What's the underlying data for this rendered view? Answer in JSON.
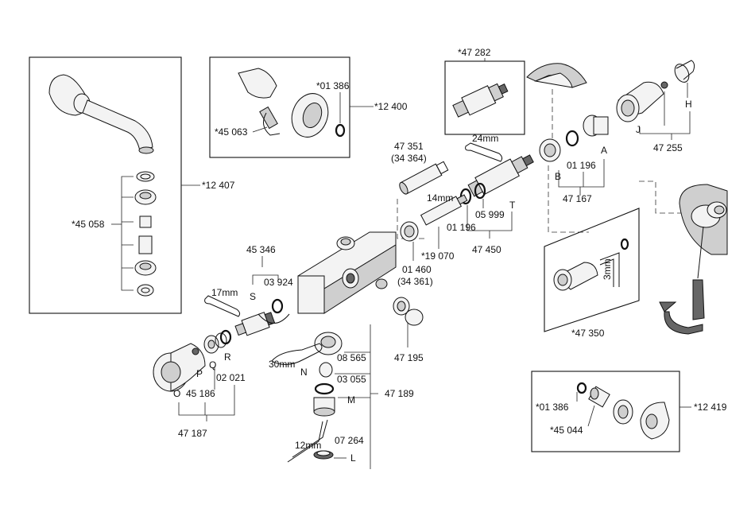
{
  "labels": {
    "p12407": "*12 407",
    "p45058": "*45 058",
    "p12400": "*12 400",
    "p01386a": "*01 386",
    "p45063": "*45 063",
    "p47282": "*47 282",
    "p47351": "47 351",
    "p34364": "(34 364)",
    "mm24": "24mm",
    "mm14": "14mm",
    "p01196a": "01 196",
    "p05999": "05 999",
    "T": "T",
    "p19070": "*19 070",
    "p47450": "47 450",
    "p01196b": "01 196",
    "p01460": "01 460",
    "p34361": "(34 361)",
    "A": "A",
    "B": "B",
    "p01196c": "01 196",
    "p47167": "47 167",
    "J": "J",
    "H": "H",
    "p47255": "47 255",
    "p45346": "45 346",
    "p03924": "03 924",
    "S": "S",
    "mm17": "17mm",
    "p47195": "47 195",
    "mm30": "30mm",
    "p08565": "08 565",
    "N": "N",
    "p03055": "03 055",
    "M": "M",
    "p47189": "47 189",
    "mm12": "12mm",
    "p07264": "07 264",
    "L": "L",
    "P": "P",
    "Q": "Q",
    "R": "R",
    "p45186": "45 186",
    "p02021": "02 021",
    "O": "O",
    "p47187": "47 187",
    "mm3": "3mm",
    "p47350": "*47 350",
    "p01386b": "*01 386",
    "p45044": "*45 044",
    "p12419": "*12 419"
  },
  "icons": [
    "shower-arm-icon",
    "thermostat-cartridge-icon",
    "mixer-body-icon",
    "control-knob-icon",
    "allen-key-icon",
    "spanner-icon",
    "screwdriver-icon",
    "rotate-arrow-icon"
  ],
  "colors": {
    "line": "#111111",
    "fill": "#f3f3f3",
    "shade": "#cfcfcf",
    "dark": "#666666"
  }
}
